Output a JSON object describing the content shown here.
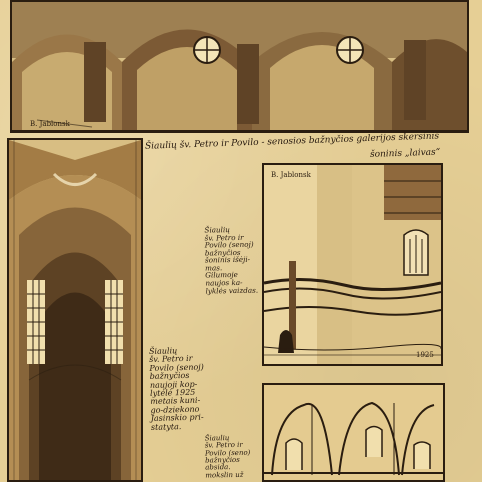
{
  "captions": {
    "top_line1": "Šiaulių šv. Petro ir Povilo - senosios bažnyčios galerijos skersinis",
    "top_line2": "šoninis „laivas“",
    "middle": "Šiaulių\nšv. Petro ir\nPovilo (senoj)\nbažnyčios\nšoninis išėji-\nmas.\nGilumoje\nnaujos ka-\nlyklės vaizdas.",
    "left": "Šiaulių\nšv. Petro ir\nPovilo (senoj)\nbažnyčios\nnaujoji kop-\nlytėlė 1925\nmetais kuni-\ngo-dziekono\nJasinskio pri-\nstatyta.",
    "bottom": "Šiaulių\nšv. Petro ir\nPovilo (seno)\nbažnyčios\nabsida.\nmokslin už"
  },
  "marks": {
    "signature_top": "B. Jablonsk",
    "signature_right": "B. Jablonsk",
    "year": "1925"
  },
  "colors": {
    "paper": "#e6cf95",
    "ink": "#2a1d10"
  }
}
